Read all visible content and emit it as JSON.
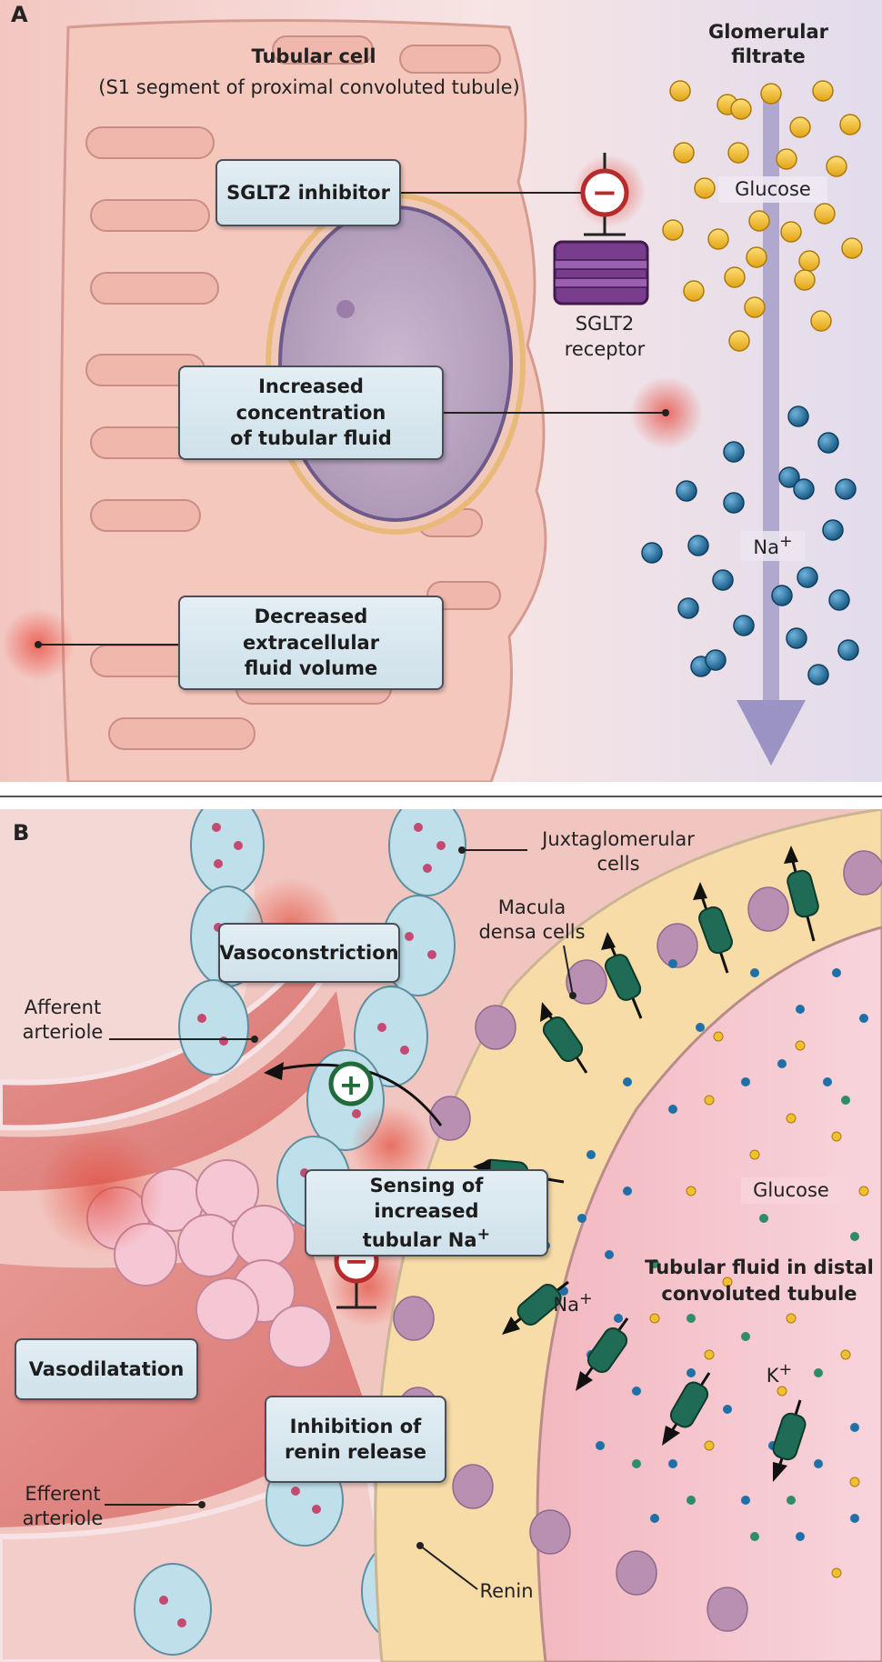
{
  "panel_a": {
    "letter": "A",
    "cell_title": "Tubular cell",
    "cell_subtitle": "(S1 segment of proximal convoluted tubule)",
    "filtrate_title_line1": "Glomerular",
    "filtrate_title_line2": "filtrate",
    "glucose_label": "Glucose",
    "na_label": "Na",
    "na_sup": "+",
    "receptor_line1": "SGLT2",
    "receptor_line2": "receptor",
    "box_inhibitor": "SGLT2 inhibitor",
    "box_concentration_line1": "Increased concentration",
    "box_concentration_line2": "of tubular fluid",
    "box_ecf_line1": "Decreased extracellular",
    "box_ecf_line2": "fluid volume",
    "minus_symbol": "−"
  },
  "panel_b": {
    "letter": "B",
    "jg_line1": "Juxtaglomerular",
    "jg_line2": "cells",
    "macula_line1": "Macula",
    "macula_line2": "densa cells",
    "afferent_line1": "Afferent",
    "afferent_line2": "arteriole",
    "efferent_line1": "Efferent",
    "efferent_line2": "arteriole",
    "box_vasoconstriction": "Vasoconstriction",
    "box_vasodilatation": "Vasodilatation",
    "box_sensing_line1": "Sensing of increased",
    "box_sensing_line2": "tubular Na",
    "box_sensing_sup": "+",
    "box_inhibition_line1": "Inhibition of",
    "box_inhibition_line2": "renin release",
    "tubular_fluid_line1": "Tubular fluid in distal",
    "tubular_fluid_line2": "convoluted tubule",
    "glucose_label": "Glucose",
    "na_label": "Na",
    "na_sup": "+",
    "k_label": "K",
    "k_sup": "+",
    "renin_label": "Renin",
    "plus_symbol": "+",
    "minus_symbol": "−"
  },
  "colors": {
    "glucose": "#f2c02e",
    "sodium": "#1f6fa8",
    "potassium": "#2e8c6a",
    "receptor": "#7a3d8e",
    "transporter": "#1f6b55",
    "flow_arrow": "#9b93c4",
    "cell_pink": "#f6c9bf",
    "nucleus": "#b9a3c2",
    "macula_yellow": "#f7dca8",
    "jg_blue": "#bfe0ea",
    "label_box": "#d6e7ef"
  }
}
